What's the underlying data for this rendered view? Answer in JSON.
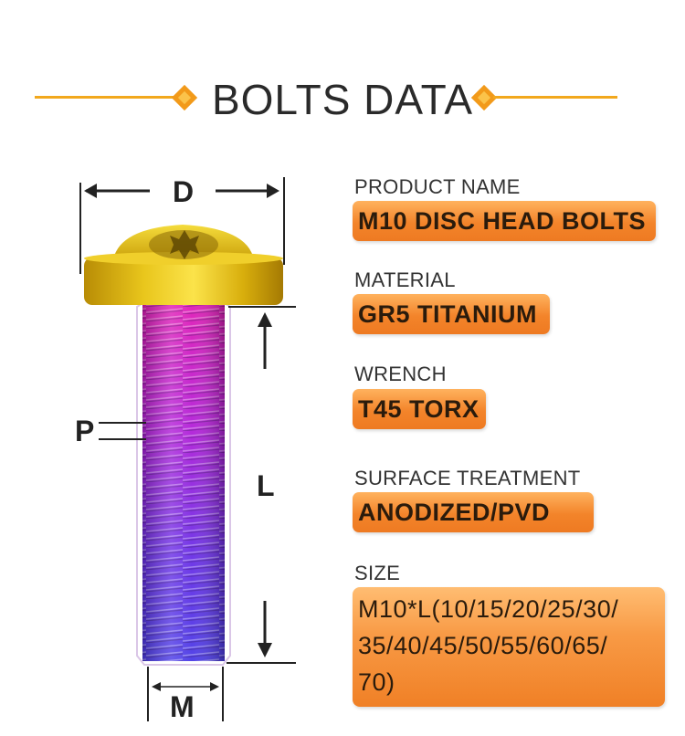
{
  "header": {
    "title": "BOLTS DATA"
  },
  "dimensions": {
    "d": "D",
    "p": "P",
    "l": "L",
    "m": "M"
  },
  "specs": {
    "product_name": {
      "label": "PRODUCT NAME",
      "value": "M10 DISC HEAD BOLTS"
    },
    "material": {
      "label": "MATERIAL",
      "value": "GR5 TITANIUM"
    },
    "wrench": {
      "label": "WRENCH",
      "value": "T45 TORX"
    },
    "surface": {
      "label": "SURFACE TREATMENT",
      "value": "ANODIZED/PVD"
    },
    "size": {
      "label": "SIZE",
      "lines": [
        "M10*L(10/15/20/25/30/",
        "35/40/45/50/55/60/65/",
        "70)"
      ]
    }
  },
  "colors": {
    "accent": "#f2a81d",
    "label_box": "#f3842a",
    "bolt_head": "#d9b40f",
    "thread_top": "#d21cc0",
    "thread_bottom": "#4f33e6"
  },
  "icons": {
    "diamond": "diamond-icon",
    "arrow": "arrow-icon"
  }
}
